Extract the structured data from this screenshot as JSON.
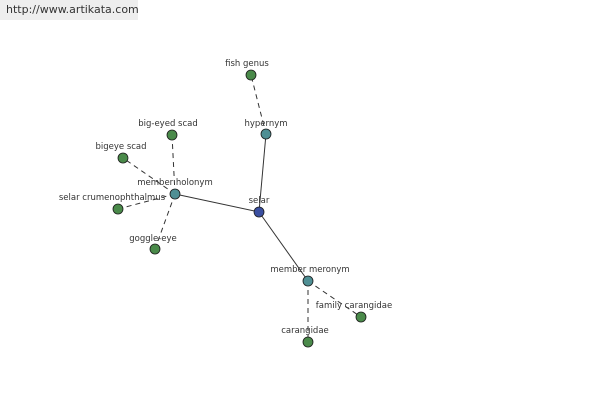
{
  "site_url": "http://www.artikata.com",
  "colors": {
    "central": "#3a4fa0",
    "hub": "#4f8f94",
    "leaf": "#4a8a4a",
    "edge": "#333333"
  },
  "graph": {
    "nodes": [
      {
        "id": "selar",
        "label": "selar",
        "kind": "central"
      },
      {
        "id": "hypernym",
        "label": "hypernym",
        "kind": "hub"
      },
      {
        "id": "fish_genus",
        "label": "fish genus",
        "kind": "leaf"
      },
      {
        "id": "member_holonym",
        "label": "member holonym",
        "kind": "hub"
      },
      {
        "id": "big_eyed_scad",
        "label": "big-eyed scad",
        "kind": "leaf"
      },
      {
        "id": "bigeye_scad",
        "label": "bigeye scad",
        "kind": "leaf"
      },
      {
        "id": "selar_crumenophthalmus",
        "label": "selar crumenophthalmus",
        "kind": "leaf"
      },
      {
        "id": "goggle_eye",
        "label": "goggle-eye",
        "kind": "leaf"
      },
      {
        "id": "member_meronym",
        "label": "member meronym",
        "kind": "hub"
      },
      {
        "id": "family_carangidae",
        "label": "family carangidae",
        "kind": "leaf"
      },
      {
        "id": "carangidae",
        "label": "carangidae",
        "kind": "leaf"
      }
    ],
    "edges": [
      {
        "from": "selar",
        "to": "hypernym",
        "style": "solid"
      },
      {
        "from": "selar",
        "to": "member_holonym",
        "style": "solid"
      },
      {
        "from": "selar",
        "to": "member_meronym",
        "style": "solid"
      },
      {
        "from": "hypernym",
        "to": "fish_genus",
        "style": "dashed"
      },
      {
        "from": "member_holonym",
        "to": "big_eyed_scad",
        "style": "dashed"
      },
      {
        "from": "member_holonym",
        "to": "bigeye_scad",
        "style": "dashed"
      },
      {
        "from": "member_holonym",
        "to": "selar_crumenophthalmus",
        "style": "dashed"
      },
      {
        "from": "member_holonym",
        "to": "goggle_eye",
        "style": "dashed"
      },
      {
        "from": "member_meronym",
        "to": "family_carangidae",
        "style": "dashed"
      },
      {
        "from": "member_meronym",
        "to": "carangidae",
        "style": "dashed"
      }
    ]
  }
}
